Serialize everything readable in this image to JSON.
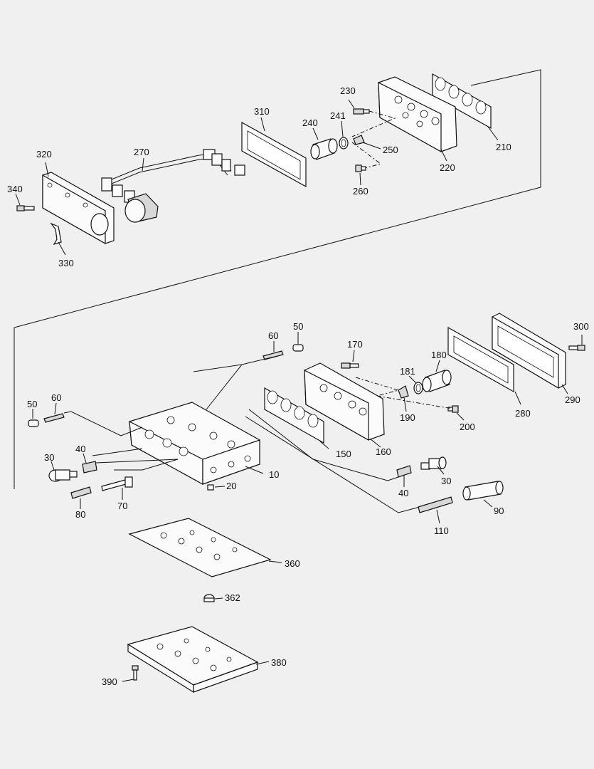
{
  "colors": {
    "background": "#f0f0f0",
    "ink": "#111111"
  },
  "callouts": {
    "c10": "10",
    "c20": "20",
    "c30a": "30",
    "c30b": "30",
    "c40a": "40",
    "c40b": "40",
    "c50a": "50",
    "c50b": "50",
    "c60a": "60",
    "c60b": "60",
    "c70": "70",
    "c80": "80",
    "c90": "90",
    "c110": "110",
    "c150": "150",
    "c160": "160",
    "c170": "170",
    "c180": "180",
    "c181": "181",
    "c190": "190",
    "c200": "200",
    "c210": "210",
    "c220": "220",
    "c230": "230",
    "c240": "240",
    "c241": "241",
    "c250": "250",
    "c260": "260",
    "c270": "270",
    "c280": "280",
    "c290": "290",
    "c300": "300",
    "c310": "310",
    "c320": "320",
    "c330": "330",
    "c340": "340",
    "c360": "360",
    "c362": "362",
    "c380": "380",
    "c390": "390"
  }
}
